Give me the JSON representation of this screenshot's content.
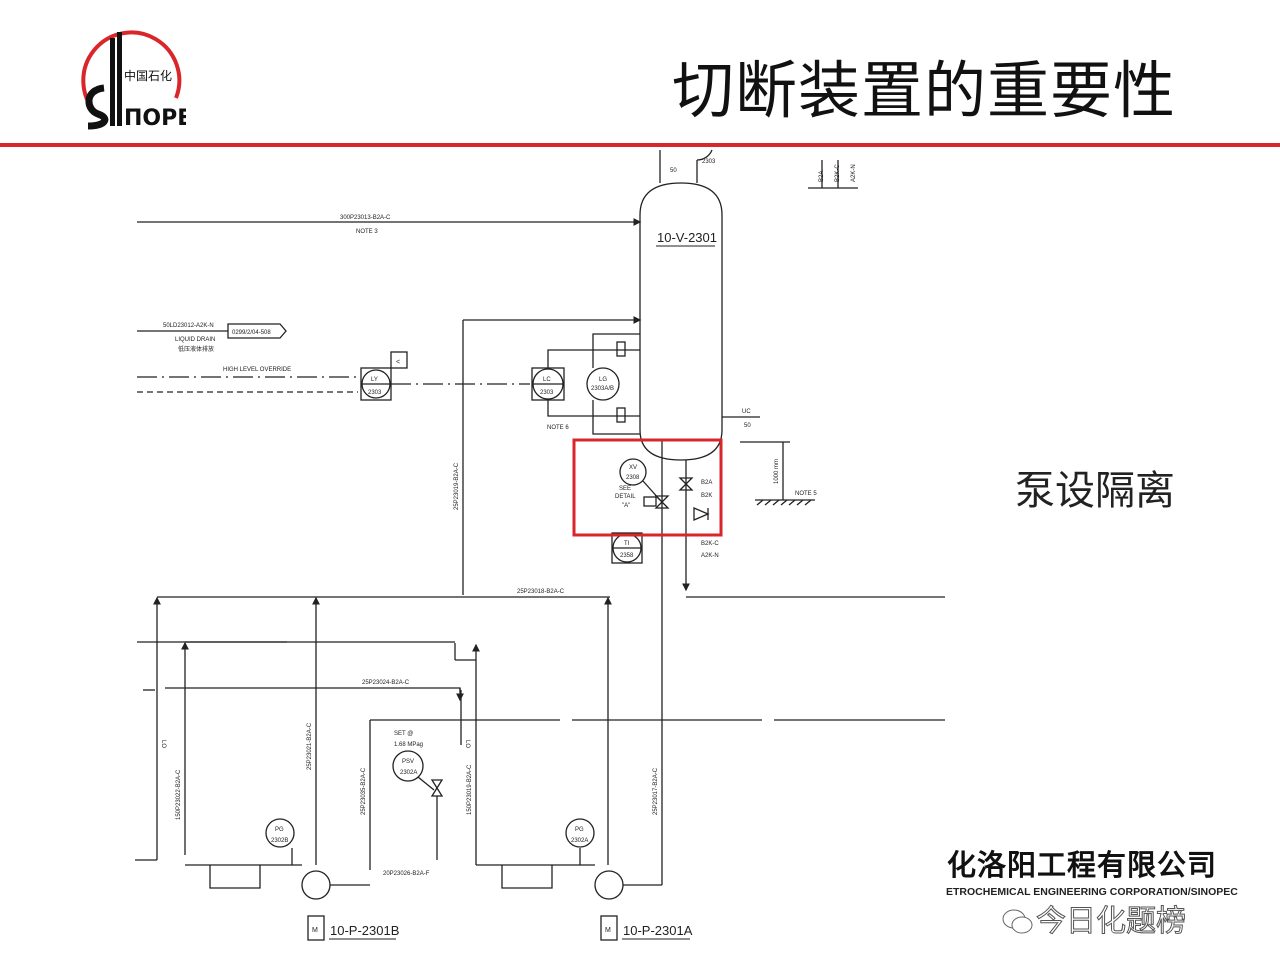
{
  "slide": {
    "title": "切断装置的重要性",
    "side_note": "泵设隔离",
    "logo_text": "SINOPEC 中国石化",
    "company_cn": "化洛阳工程有限公司",
    "company_en": "ETROCHEMICAL ENGINEERING CORPORATION/SINOPEC",
    "watermark": "今日化题榜",
    "highlight_color": "#d8262b"
  },
  "pid": {
    "vessel": "10-V-2301",
    "top_instrument": "2303",
    "top_vent": "50",
    "top_right_labels": [
      "B2A",
      "B2K-C",
      "A2K-N"
    ],
    "line_top": "300P23013-B2A-C",
    "note3": "NOTE 3",
    "drain_line": "50LD23012-A2K-N",
    "drain_ref": "0299/2/04-508",
    "drain_label": "LIQUID DRAIN",
    "drain_label_cn": "低压液体排放",
    "high_level": "HIGH LEVEL OVERRIDE",
    "ly": {
      "tag": "LY",
      "num": "2303"
    },
    "lc": {
      "tag": "LC",
      "num": "2303"
    },
    "lg": {
      "tag": "LG",
      "num": "2303A/B"
    },
    "note6": "NOTE 6",
    "uc": "UC",
    "uc_size": "50",
    "xv": {
      "tag": "XV",
      "num": "2308"
    },
    "see_detail": [
      "SEE",
      "DETAIL",
      "\"A\""
    ],
    "spec_b2a": "B2A",
    "spec_b2k": "B2K",
    "spec_b2kc": "B2K-C",
    "spec_a2kn": "A2K-N",
    "ti": {
      "tag": "TI",
      "num": "2358"
    },
    "elev": "1000 mm",
    "note5": "NOTE 5",
    "line_25p23019": "25P23019-B2A-C",
    "line_25p23018": "25P23018-B2A-C",
    "line_25p23024": "25P23024-B2A-C",
    "line_150p23022": "150P23022-B2A-C",
    "line_25p23021": "25P23021-B2A-C",
    "line_25p23035": "25P23035-B2A-C",
    "line_150p23019": "150P23019-B2A-C",
    "line_25p23017": "25P23017-B2A-C",
    "line_20p23026": "20P23026-B2A-F",
    "lo": "LO",
    "set_label": "SET @",
    "set_value": "1.68 MPag",
    "psv": {
      "tag": "PSV",
      "num": "2302A"
    },
    "pg_b": {
      "tag": "PG",
      "num": "2302B"
    },
    "pg_a": {
      "tag": "PG",
      "num": "2302A"
    },
    "pump_b": "10-P-2301B",
    "pump_a": "10-P-2301A",
    "motor": "M"
  }
}
